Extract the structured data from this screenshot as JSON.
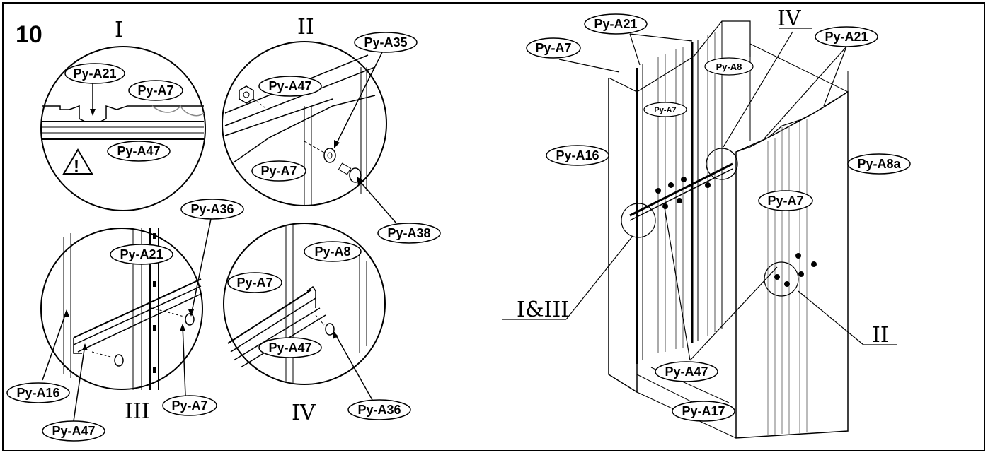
{
  "step_number": "10",
  "details": {
    "I": "I",
    "II": "II",
    "III": "III",
    "IV": "IV",
    "I_and_III": "I&III",
    "IV_main": "IV",
    "II_main": "II"
  },
  "labels": {
    "i_a21": "Py-A21",
    "i_a7": "Py-A7",
    "i_a47": "Py-A47",
    "ii_a35": "Py-A35",
    "ii_a47": "Py-A47",
    "ii_a7": "Py-A7",
    "ii_a38": "Py-A38",
    "iii_a36": "Py-A36",
    "iii_a21": "Py-A21",
    "iii_a16": "Py-A16",
    "iii_a47": "Py-A47",
    "iii_a7": "Py-A7",
    "iv_a8": "Py-A8",
    "iv_a7": "Py-A7",
    "iv_a47": "Py-A47",
    "iv_a36": "Py-A36",
    "m_a21_top": "Py-A21",
    "m_a7_top": "Py-A7",
    "m_a8": "Py-A8",
    "m_a7_inner": "Py-A7",
    "m_a21_right": "Py-A21",
    "m_a16": "Py-A16",
    "m_a8a": "Py-A8a",
    "m_a7_right": "Py-A7",
    "m_a47": "Py-A47",
    "m_a17": "Py-A17"
  },
  "warning_symbol": "!",
  "colors": {
    "line": "#000000",
    "background": "#ffffff",
    "panel_shade": "#d9d9d9"
  }
}
